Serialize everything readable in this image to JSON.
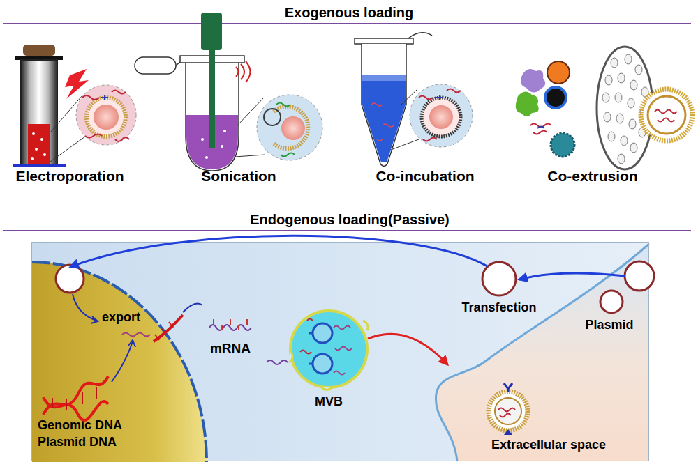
{
  "diagram": {
    "nodes": [
      {
        "text": [
          "Endogenous loading(Passive)"
        ]
      },
      {
        "text": [
          "export",
          "Genomic DNA Plasmid DNA"
        ],
        "in": 0
      },
      {
        "text": [
          "MVB"
        ],
        "in": 0
      },
      {
        "text": [
          "Plasmid"
        ],
        "in": 0
      },
      {
        "text": [
          "Extracellular space"
        ],
        "in": 0
      }
    ],
    "edges": [
      {
        "from": 3,
        "to": 1,
        "arrow": "to",
        "label": "Transfection"
      },
      {
        "from": 2,
        "to": 4,
        "arrow": "to"
      }
    ],
    "labels": [
      "Exogenous loading",
      "Electroporation",
      "Sonication",
      "Co-incubation",
      "Co-extrusion",
      "mRNA"
    ]
  }
}
